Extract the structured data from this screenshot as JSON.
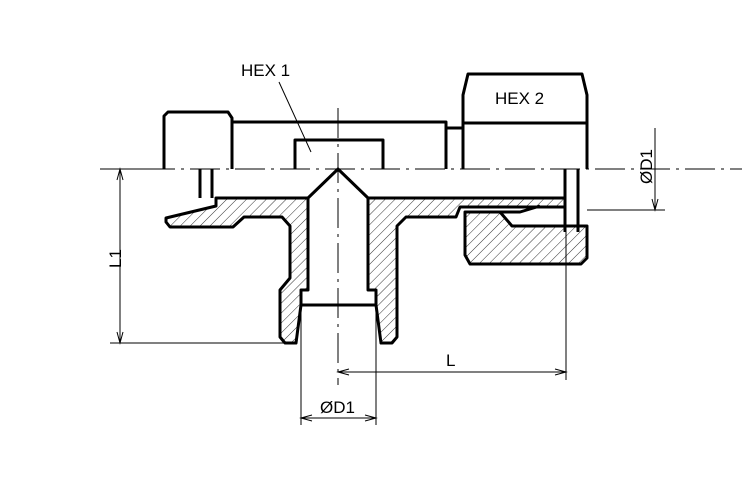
{
  "labels": {
    "hex1": "HEX 1",
    "hex2": "HEX 2",
    "l1": "L1",
    "l": "L",
    "d1_bottom": "ØD1",
    "d1_right": "ØD1"
  }
}
